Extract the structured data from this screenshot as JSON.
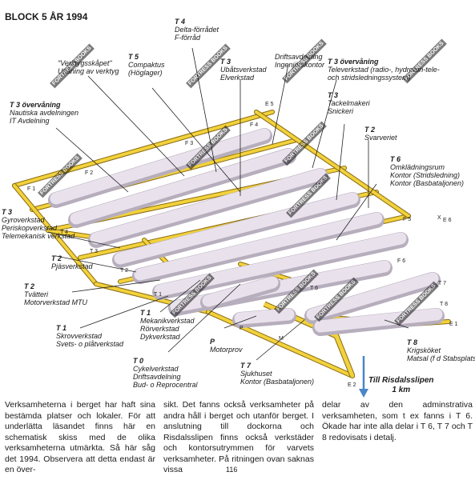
{
  "page_title": "BLOCK 5 ÅR 1994",
  "labels": [
    {
      "id": "t4-top",
      "code": "T 4",
      "lines": [
        "Delta-förrådet",
        "F-förråd"
      ]
    },
    {
      "id": "t5",
      "code": "T 5",
      "lines": [
        "Compaktus",
        "(Höglager)"
      ]
    },
    {
      "id": "t3-ubat",
      "code": "T 3",
      "lines": [
        "Ubåtsverkstad",
        "Elverkstad"
      ]
    },
    {
      "id": "drift",
      "code": "",
      "lines": [
        "Driftsavdelning",
        "Ingenjörskontor"
      ]
    },
    {
      "id": "t3-over-right",
      "code": "T 3 övervåning",
      "lines": [
        "Televerkstad (radio-, hydrofon-tele-",
        "och stridsledningssystem)"
      ]
    },
    {
      "id": "t3-tackel",
      "code": "T 3",
      "lines": [
        "Tackelmakeri",
        "Snickeri"
      ]
    },
    {
      "id": "verktyg",
      "code": "",
      "lines": [
        "\"Verktygsskåpet\"",
        "Utlåning av verktyg"
      ]
    },
    {
      "id": "t3-over-left",
      "code": "T 3 övervåning",
      "lines": [
        "Nautiska avdelningen",
        "IT Avdelning"
      ]
    },
    {
      "id": "t2-svarv",
      "code": "T 2",
      "lines": [
        "Svarveriet"
      ]
    },
    {
      "id": "t6",
      "code": "T 6",
      "lines": [
        "Omklädningsrum",
        "Kontor (Stridsledning)",
        "Kontor (Basbataljonen)"
      ]
    },
    {
      "id": "t3-gyro",
      "code": "T 3",
      "lines": [
        "Gyroverkstad",
        "Periskopverkstad",
        "Telemekanisk verkstad"
      ]
    },
    {
      "id": "t2-pjas",
      "code": "T 2",
      "lines": [
        "Pjäsverkstad"
      ]
    },
    {
      "id": "t2-tvatt",
      "code": "T 2",
      "lines": [
        "Tvätteri",
        "Motorverkstad MTU"
      ]
    },
    {
      "id": "t1-skrov",
      "code": "T 1",
      "lines": [
        "Skrovverkstad",
        "Svets- o plåtverkstad"
      ]
    },
    {
      "id": "t1-mek",
      "code": "T 1",
      "lines": [
        "Mekanikverkstad",
        "Rörverkstad",
        "Dykverkstad"
      ]
    },
    {
      "id": "t0",
      "code": "T 0",
      "lines": [
        "Cykelverkstad",
        "Driftsavdelning",
        "Bud- o Reprocentral"
      ]
    },
    {
      "id": "p-motor",
      "code": "P",
      "lines": [
        "Motorprov"
      ]
    },
    {
      "id": "t7",
      "code": "T 7",
      "lines": [
        "Sjukhuset",
        "Kontor (Basbataljonen)"
      ]
    },
    {
      "id": "t8",
      "code": "T 8",
      "lines": [
        "Krigsköket",
        "Matsal (f d Stabsplats)"
      ]
    }
  ],
  "markers": {
    "e5": "E 5",
    "f4": "F 4",
    "f3": "F 3",
    "f2": "F 2",
    "f1": "F 1",
    "t4": "T 4",
    "t3": "T 3",
    "t2": "T 2",
    "t1": "T 1",
    "e6": "E 6",
    "f5": "F 5",
    "f6": "F 6",
    "t6": "T 6",
    "t7": "T 7",
    "t8": "T 8",
    "e1": "E 1",
    "e2": "E 2",
    "p": "P",
    "m": "M",
    "x": "X"
  },
  "slip": {
    "line1": "Till Risdalsslipen",
    "line2": "1 km"
  },
  "body_columns": [
    "Verksamheterna i berget har haft sina bestämda platser och lokaler. För att underlätta läsandet finns här en schematisk skiss med de olika verksamheterna utmärkta. Så här såg det 1994. Observera att detta endast är en över-",
    "sikt. Det fanns också verksamheter på andra håll i berget och utanför berget. I anslutning till dockorna och Risdalsslipen finns också verkstäder och kontorsutrymmen för varvets verksamheter. På ritningen ovan saknas vissa",
    "delar av den adminstrativa verksamheten, som t ex fanns i T 6. Ökade har inte alla delar i T 6, T 7 och T 8 redovisats i detalj."
  ],
  "page_number": "116",
  "watermark": "FORTRESS BOOKS",
  "colors": {
    "tunnel": "#e9e2ec",
    "tunnel_shade": "#b7aebd",
    "beam": "#f2d23c",
    "beam_edge": "#8a6a10",
    "leader": "#222222",
    "arrow": "#4a86c8"
  }
}
